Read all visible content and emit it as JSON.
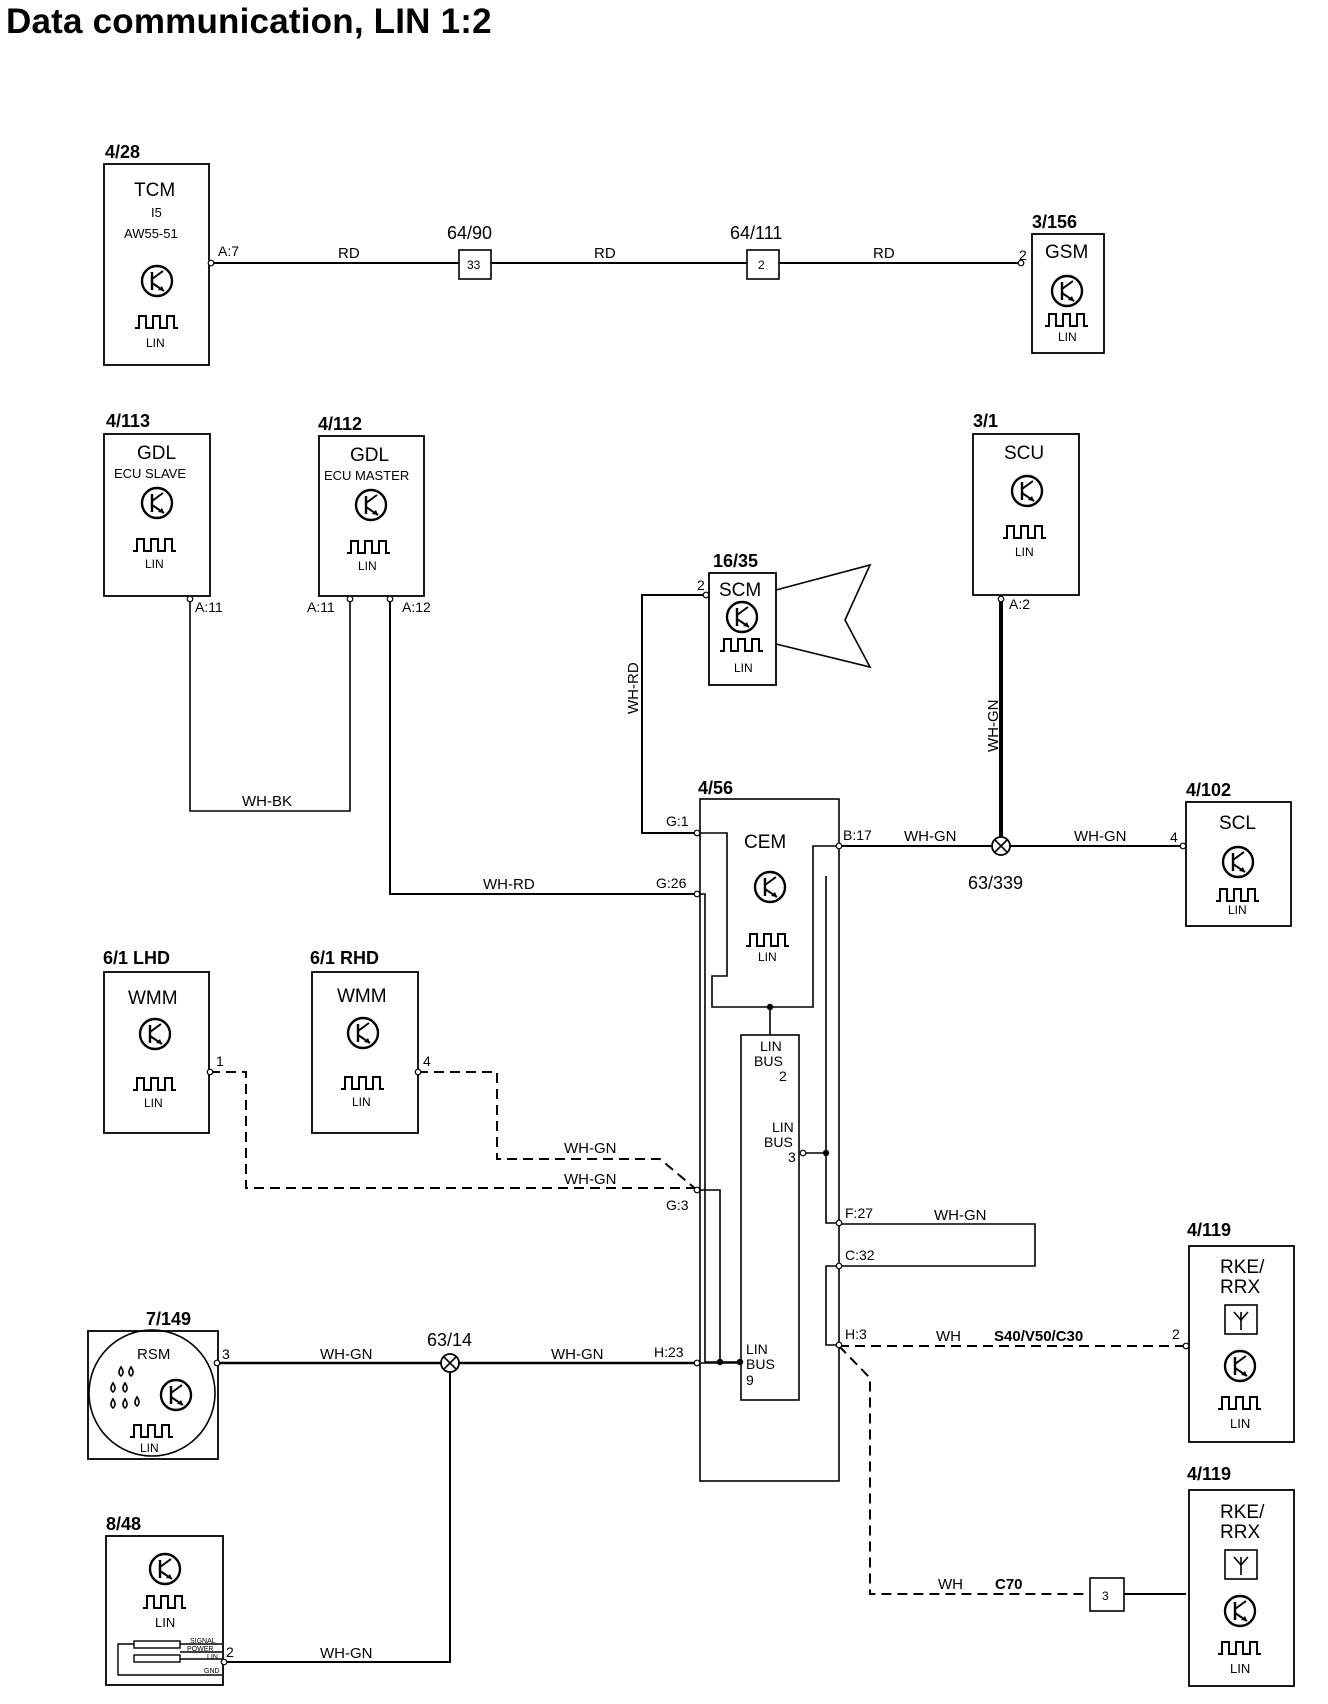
{
  "title": "Data communication, LIN 1:2",
  "modules": {
    "tcm": {
      "ref": "4/28",
      "name": "TCM",
      "sub1": "I5",
      "sub2": "AW55-51",
      "lin": "LIN",
      "pin": "A:7"
    },
    "gsm": {
      "ref": "3/156",
      "name": "GSM",
      "lin": "LIN",
      "pin": "2"
    },
    "gdl_slave": {
      "ref": "4/113",
      "name": "GDL",
      "sub1": "ECU SLAVE",
      "lin": "LIN",
      "pin": "A:11"
    },
    "gdl_master": {
      "ref": "4/112",
      "name": "GDL",
      "sub1": "ECU MASTER",
      "lin": "LIN",
      "pin1": "A:11",
      "pin2": "A:12"
    },
    "scm": {
      "ref": "16/35",
      "name": "SCM",
      "lin": "LIN",
      "pin": "2"
    },
    "scu": {
      "ref": "3/1",
      "name": "SCU",
      "lin": "LIN",
      "pin": "A:2"
    },
    "cem": {
      "ref": "4/56",
      "name": "CEM",
      "lin": "LIN",
      "pins": {
        "g1": "G:1",
        "g26": "G:26",
        "b17": "B:17",
        "g3": "G:3",
        "f27": "F:27",
        "c32": "C:32",
        "h3": "H:3",
        "h23": "H:23"
      },
      "bus2": [
        "LIN",
        "BUS",
        "2"
      ],
      "bus3": [
        "LIN",
        "BUS",
        "3"
      ],
      "bus9": [
        "LIN",
        "BUS",
        "9"
      ]
    },
    "scl": {
      "ref": "4/102",
      "name": "SCL",
      "lin": "LIN",
      "pin": "4"
    },
    "wmm_lhd": {
      "ref": "6/1 LHD",
      "name": "WMM",
      "lin": "LIN",
      "pin": "1"
    },
    "wmm_rhd": {
      "ref": "6/1 RHD",
      "name": "WMM",
      "lin": "LIN",
      "pin": "4"
    },
    "rsm": {
      "ref": "7/149",
      "name": "RSM",
      "lin": "LIN",
      "pin": "3"
    },
    "m848": {
      "ref": "8/48",
      "lin": "LIN",
      "pin": "2",
      "conn": [
        "SIGNAL",
        "POWER",
        "LIN",
        "GND"
      ]
    },
    "rke1": {
      "ref": "4/119",
      "name1": "RKE/",
      "name2": "RRX",
      "lin": "LIN",
      "pin": "2"
    },
    "rke2": {
      "ref": "4/119",
      "name1": "RKE/",
      "name2": "RRX",
      "lin": "LIN"
    }
  },
  "connectors": {
    "c6490": {
      "ref": "64/90",
      "num": "33"
    },
    "c64111": {
      "ref": "64/111",
      "num": "2"
    },
    "c3": {
      "num": "3"
    }
  },
  "splices": {
    "s63339": {
      "ref": "63/339"
    },
    "s6314": {
      "ref": "63/14"
    }
  },
  "wires": {
    "rd1": "RD",
    "rd2": "RD",
    "rd3": "RD",
    "whbk": "WH-BK",
    "whrd_h": "WH-RD",
    "whrd_v": "WH-RD",
    "whgn_scu": "WH-GN",
    "whgn_b17": "WH-GN",
    "whgn_scl": "WH-GN",
    "whgn_rhd": "WH-GN",
    "whgn_lhd": "WH-GN",
    "whgn_f27": "WH-GN",
    "whgn_rsm": "WH-GN",
    "whgn_h23": "WH-GN",
    "whgn_848": "WH-GN",
    "wh_h3": "WH",
    "wh_c70": "WH"
  },
  "variants": {
    "v1": "S40/V50/C30",
    "v2": "C70"
  }
}
